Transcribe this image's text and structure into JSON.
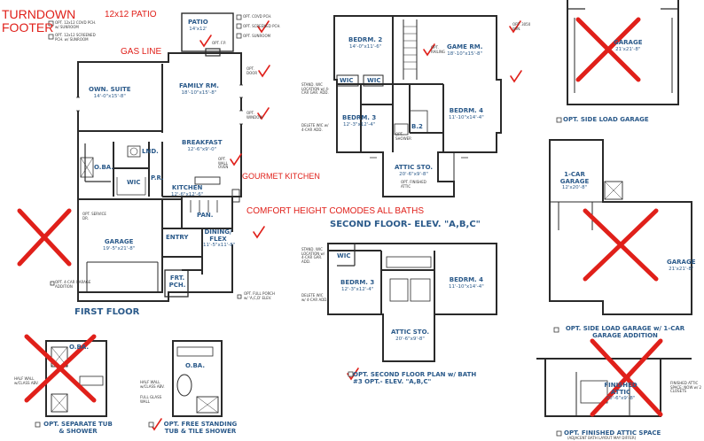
{
  "annotations": {
    "turndown_footer": "TURNDOWN FOOTER",
    "patio_12x12": "12x12 PATIO",
    "gas_line": "GAS LINE",
    "gourmet_kitchen": "GOURMET KITCHEN",
    "comfort_height": "COMFORT HEIGHT COMODES ALL BATHS"
  },
  "floor_titles": {
    "first_floor": "FIRST FLOOR",
    "second_floor": "SECOND FLOOR- ELEV. \"A,B,C\""
  },
  "first_floor_rooms": [
    {
      "key": "patio",
      "name": "PATIO",
      "dims": "14'x12'"
    },
    {
      "key": "own_suite",
      "name": "OWN. SUITE",
      "dims": "14'-0\"x15'-8\""
    },
    {
      "key": "family_rm",
      "name": "FAMILY RM.",
      "dims": "18'-10\"x15'-8\""
    },
    {
      "key": "breakfast",
      "name": "BREAKFAST",
      "dims": "12'-6\"x9'-0\""
    },
    {
      "key": "kitchen",
      "name": "KITCHEN",
      "dims": "12'-6\"x12'-6\""
    },
    {
      "key": "garage",
      "name": "GARAGE",
      "dims": "19'-5\"x21'-8\""
    },
    {
      "key": "dining",
      "name": "DINING/ FLEX",
      "dims": "11'-5\"x11'-8\""
    },
    {
      "key": "entry",
      "name": "ENTRY",
      "dims": ""
    },
    {
      "key": "frt_pch",
      "name": "FRT. PCH.",
      "dims": ""
    },
    {
      "key": "oba",
      "name": "O.BA.",
      "dims": ""
    },
    {
      "key": "wic",
      "name": "WIC",
      "dims": ""
    },
    {
      "key": "lnd",
      "name": "LND.",
      "dims": ""
    },
    {
      "key": "pr",
      "name": "P.R.",
      "dims": ""
    },
    {
      "key": "pan",
      "name": "PAN.",
      "dims": ""
    }
  ],
  "second_floor_rooms": [
    {
      "key": "bedrm2",
      "name": "BEDRM. 2",
      "dims": "14'-0\"x11'-6\""
    },
    {
      "key": "game_rm",
      "name": "GAME RM.",
      "dims": "18'-10\"x15'-8\""
    },
    {
      "key": "bedrm3",
      "name": "BEDRM. 3",
      "dims": "12'-3\"x12'-4\""
    },
    {
      "key": "bedrm4",
      "name": "BEDRM. 4",
      "dims": "11'-10\"x14'-4\""
    },
    {
      "key": "attic",
      "name": "ATTIC STO.",
      "dims": "20'-6\"x9'-8\""
    },
    {
      "key": "wic_a",
      "name": "WIC",
      "dims": ""
    },
    {
      "key": "wic_b",
      "name": "WIC",
      "dims": ""
    },
    {
      "key": "b2",
      "name": "B.2",
      "dims": ""
    }
  ],
  "alt_second_floor_rooms": [
    {
      "key": "bedrm3",
      "name": "BEDRM. 3",
      "dims": "12'-3\"x12'-4\""
    },
    {
      "key": "bedrm4",
      "name": "BEDRM. 4",
      "dims": "11'-10\"x14'-4\""
    },
    {
      "key": "attic",
      "name": "ATTIC STO.",
      "dims": "20'-6\"x9'-8\""
    },
    {
      "key": "wic",
      "name": "WIC",
      "dims": ""
    }
  ],
  "option_captions": {
    "side_load_garage": "OPT. SIDE LOAD GARAGE",
    "side_load_1car": "OPT. SIDE LOAD GARAGE w/ 1-CAR GARAGE ADDITION",
    "second_floor_plan": "OPT. SECOND FLOOR PLAN w/ BATH #3 OPT.- ELEV. \"A,B,C\"",
    "separate_tub": "OPT. SEPARATE TUB & SHOWER",
    "free_standing_tub": "OPT. FREE STANDING TUB & TILE SHOWER",
    "finished_attic": "OPT. FINISHED ATTIC SPACE"
  },
  "option_rooms": {
    "side_garage_name": "GARAGE",
    "side_garage_dims": "21'x21'-8\"",
    "one_car_name": "1-CAR GARAGE",
    "one_car_dims": "12'x20'-8\"",
    "big_garage_name": "GARAGE",
    "big_garage_dims": "21'x21'-8\"",
    "fin_attic_name": "FINISHED ATTIC",
    "fin_attic_dims": "20'-6\"x9'-8\"",
    "oba_name": "O.BA.",
    "oba_small_name": "O.BA."
  },
  "small_notes": {
    "opt_covd_pch": "OPT. COVD PCH.",
    "opt_screened_pch": "OPT. SCREENED PCH.",
    "opt_sunroom": "OPT. SUNROOM",
    "opt_12x12_covd": "OPT. 12x12 COVD PCH. w/ SUNROOM",
    "opt_12x12_screened": "OPT. 12x12 SCREENED PCH. w/ SUNROOM",
    "opt_fp": "OPT. F.P.",
    "opt_door": "OPT. DOOR",
    "opt_window": "OPT. WINDOW",
    "opt_service_dr": "OPT. SERVICE DR.",
    "opt_4car": "OPT. 4-CAR GARAGE ADDITION",
    "opt_full_porch": "OPT. FULL PORCH w/ 'A,C,D' ELEV.",
    "opt_wall_oven": "OPT. WALL OVEN",
    "opt_railing": "OPT. RAILING",
    "opt_shower": "OPT. SHOWER",
    "opt_finished_attic": "OPT. FINISHED ATTIC",
    "opt_bay": "OPT. 3050 WIN.",
    "half_wall": "HALF WALL w/CLASS ABV.",
    "full_glass": "FULL GLASS WALL",
    "attic_note": "FINISHED ATTIC SPACE: NOW w/ 2 CLOSETS",
    "stand_wic": "STAND. WIC LOCATION w/ 4-CAR GAR. ADD.",
    "delete_wic": "DELETE WIC w/ 4-CAR ADD.",
    "layout_note": "(ADJACENT BATH LAYOUT MAY DIFFER)"
  }
}
